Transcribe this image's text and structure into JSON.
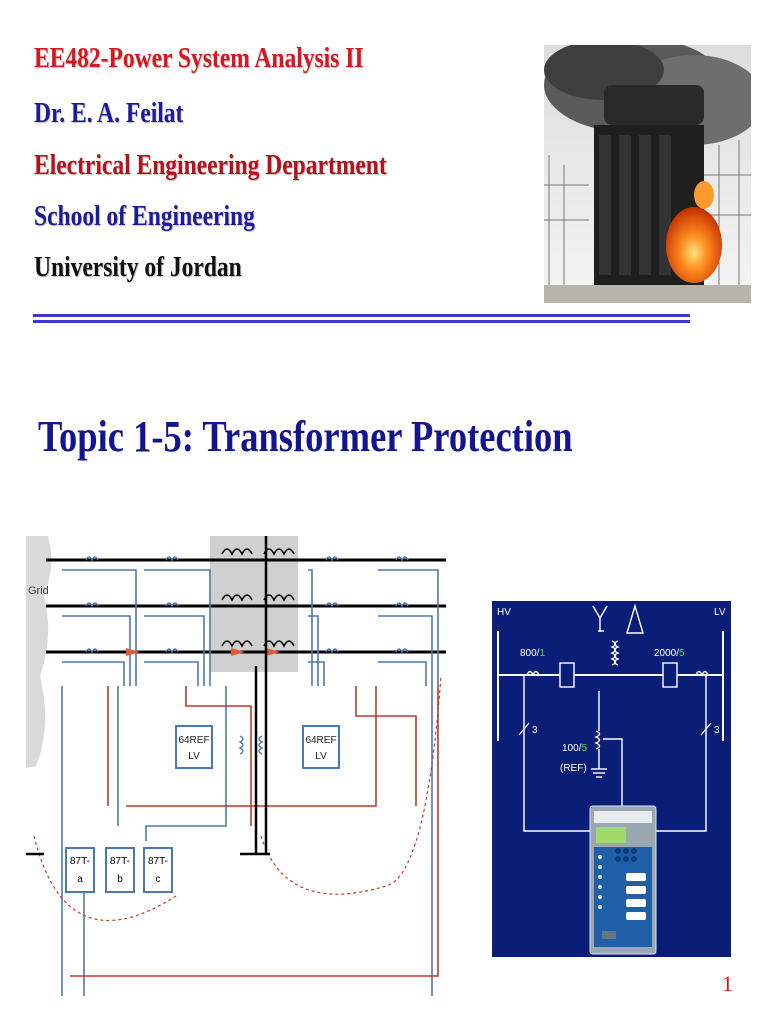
{
  "header": {
    "course": "EE482-Power System Analysis II",
    "instructor": "Dr. E. A. Feilat",
    "department": "Electrical Engineering Department",
    "school": "School of Engineering",
    "university": "University of Jordan"
  },
  "topic": "Topic 1-5: Transformer Protection",
  "diagram": {
    "grid_label": "Grid",
    "ref_lv_label_1": "64REF",
    "ref_lv_label_2": "LV",
    "diff_a_1": "87T-",
    "diff_a_2": "a",
    "diff_b_1": "87T-",
    "diff_b_2": "b",
    "diff_c_1": "87T-",
    "diff_c_2": "c"
  },
  "panel": {
    "hv": "HV",
    "lv": "LV",
    "ct_hv_primary": "800/",
    "ct_hv_secondary": "1",
    "ct_lv_primary": "2000/",
    "ct_lv_secondary": "5",
    "ct_ref_primary": "100/",
    "ct_ref_secondary": "5",
    "ref": "(REF)",
    "count_left": "3",
    "count_right": "3",
    "colors": {
      "background": "#0a1e78",
      "green_ratio": "#3de03d"
    }
  },
  "page_number": "1"
}
